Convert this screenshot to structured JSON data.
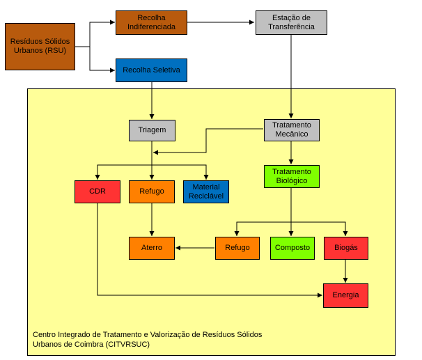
{
  "colors": {
    "brown": "#b85a0d",
    "blue": "#0070c0",
    "gray": "#c0c0c0",
    "orange": "#ff8000",
    "red": "#ff3333",
    "green": "#80ff00",
    "region": "#ffff99",
    "line": "#000000"
  },
  "nodes": {
    "rsu": {
      "label": "Resíduos Sólidos Urbanos (RSU)",
      "color": "brown"
    },
    "indif": {
      "label": "Recolha Indiferenciada",
      "color": "brown"
    },
    "estacao": {
      "label": "Estação de Transferência",
      "color": "gray"
    },
    "seletiva": {
      "label": "Recolha Seletiva",
      "color": "blue"
    },
    "triagem": {
      "label": "Triagem",
      "color": "gray"
    },
    "mecanico": {
      "label": "Tratamento Mecânico",
      "color": "gray"
    },
    "biologico": {
      "label": "Tratamento Biológico",
      "color": "green"
    },
    "cdr": {
      "label": "CDR",
      "color": "red"
    },
    "refugo1": {
      "label": "Refugo",
      "color": "orange"
    },
    "material": {
      "label": "Material Reciclável",
      "color": "blue"
    },
    "aterro": {
      "label": "Aterro",
      "color": "orange"
    },
    "refugo2": {
      "label": "Refugo",
      "color": "orange"
    },
    "composto": {
      "label": "Composto",
      "color": "green"
    },
    "biogas": {
      "label": "Biogás",
      "color": "red"
    },
    "energia": {
      "label": "Energia",
      "color": "red"
    }
  },
  "region": {
    "caption": "Centro Integrado de Tratamento e Valorização de Resíduos Sólidos Urbanos de Coimbra (CITVRSUC)"
  }
}
